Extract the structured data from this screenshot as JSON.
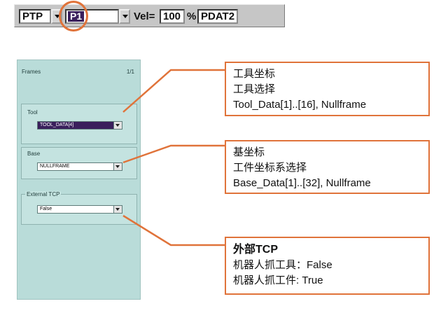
{
  "toolbar": {
    "motion": "PTP",
    "point": "P1",
    "vel_label": "Vel=",
    "vel_value": "100",
    "vel_unit": "%",
    "pdat": "PDAT2"
  },
  "panel": {
    "title": "Frames",
    "page": "1/1",
    "tool": {
      "label": "Tool",
      "value": "TOOL_DATA[4]"
    },
    "base": {
      "label": "Base",
      "value": "NULLFRAME"
    },
    "external_tcp": {
      "label": "External TCP",
      "value": "False"
    }
  },
  "callouts": {
    "tool": [
      "工具坐标",
      "工具选择",
      "Tool_Data[1]..[16], Nullframe"
    ],
    "base": [
      "基坐标",
      "工件坐标系选择",
      "Base_Data[1]..[32], Nullframe"
    ],
    "tcp": [
      "外部TCP",
      "机器人抓工具：False",
      "机器人抓工件: True"
    ]
  },
  "colors": {
    "accent": "#e0733a",
    "panel": "#b9dcd9",
    "selection": "#3a1f5c"
  }
}
